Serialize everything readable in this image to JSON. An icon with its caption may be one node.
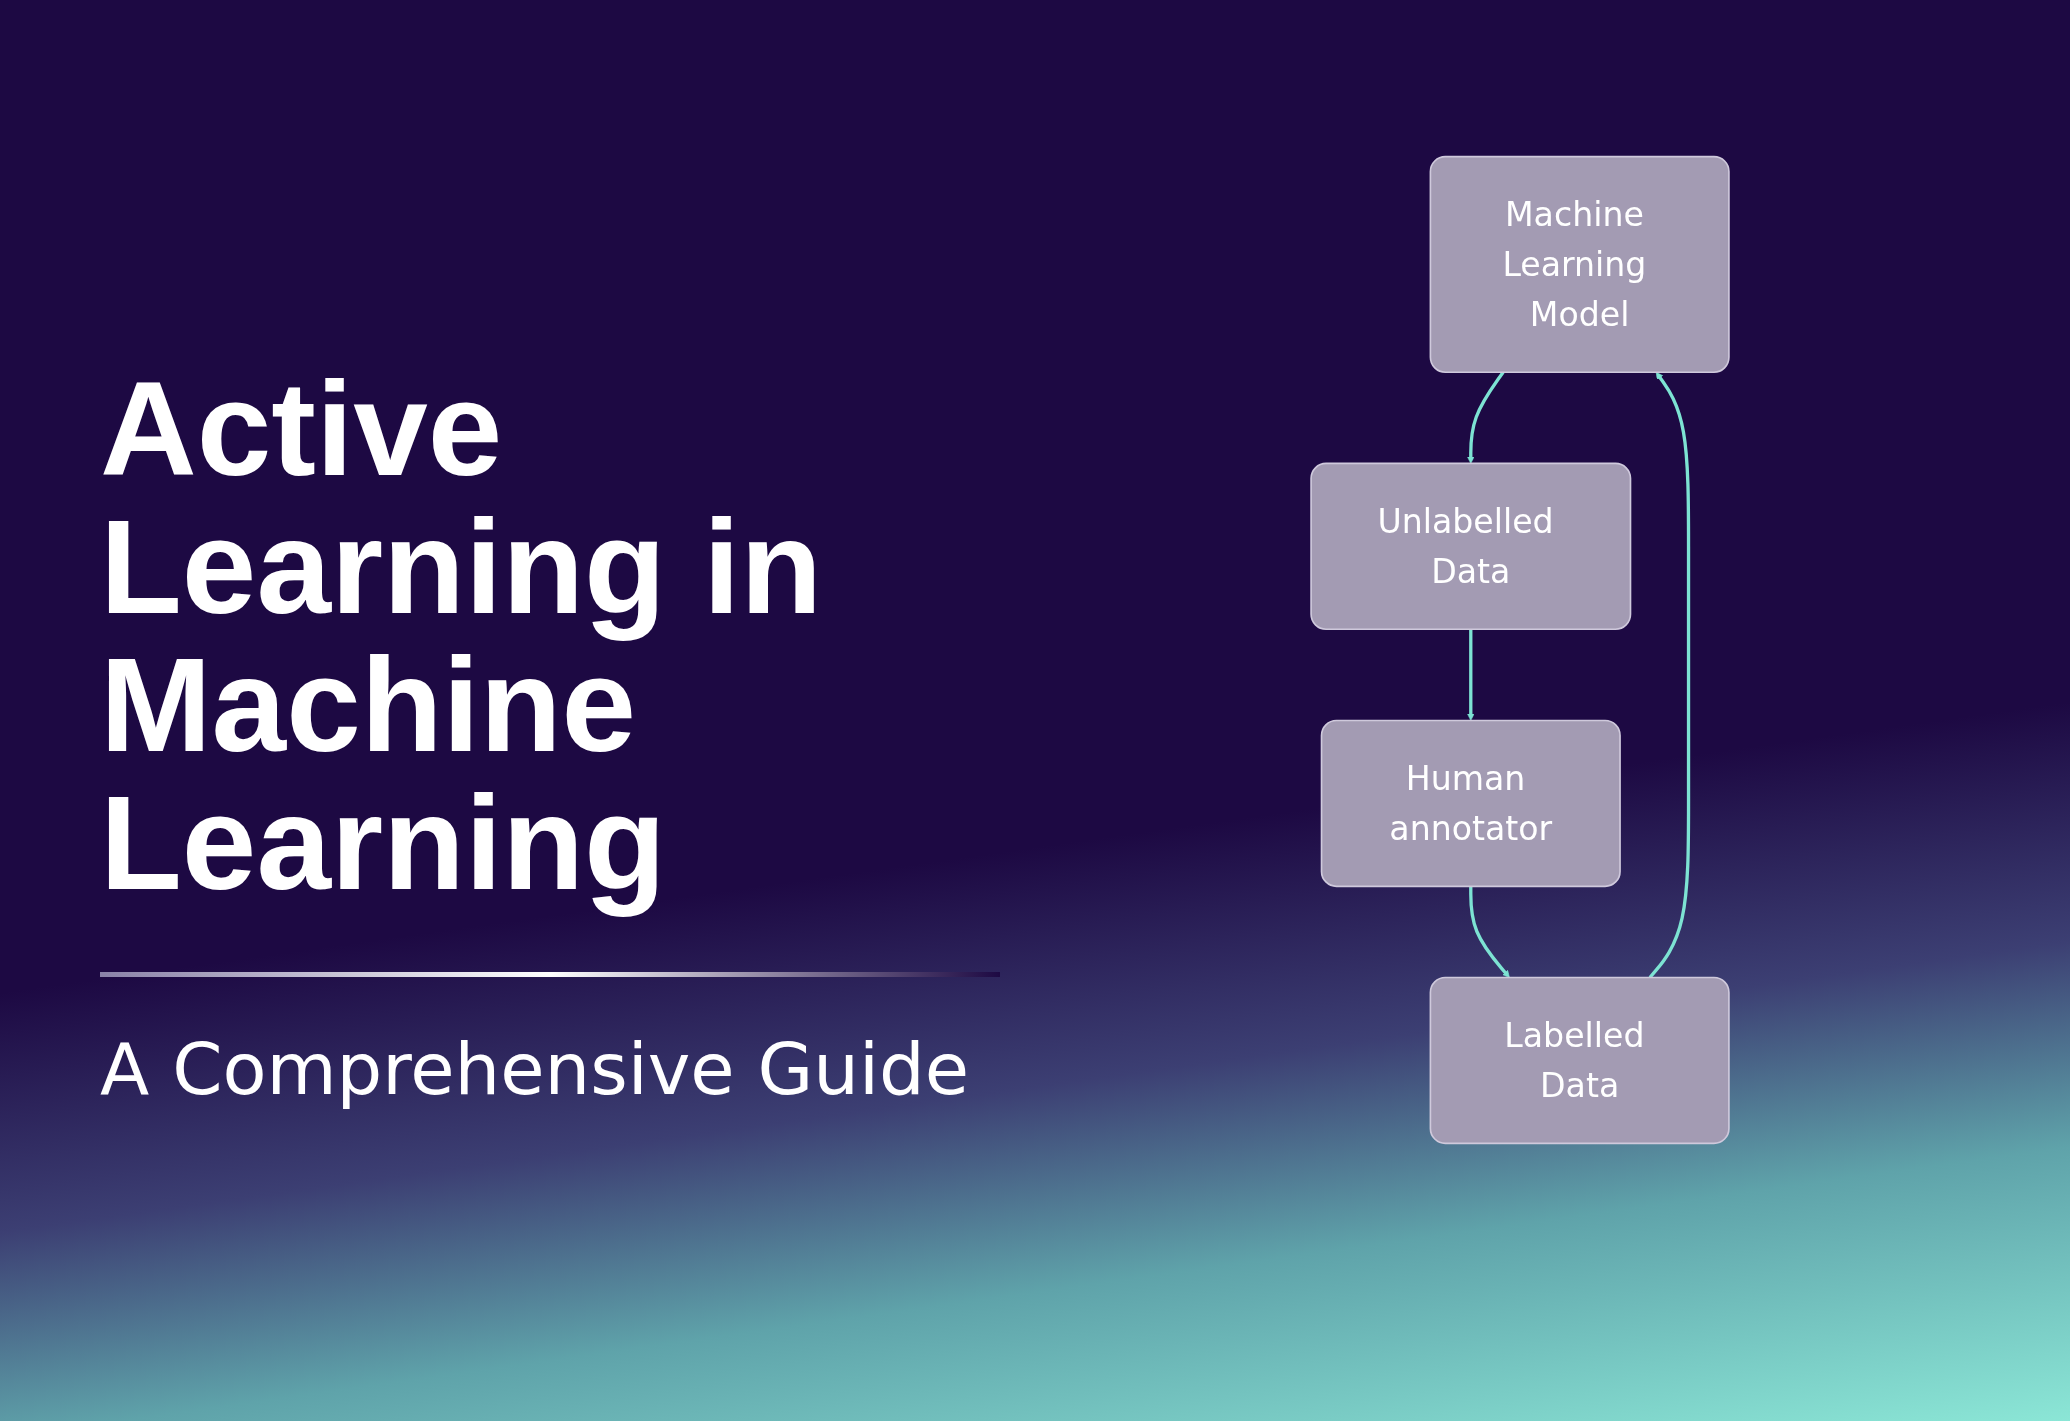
{
  "diagram": {
    "title": "Active Learning in Machine Learning",
    "caption": "A Comprehensive Guide",
    "nodes": [
      {
        "text": [
          "Machine Learning Model"
        ]
      },
      {
        "text": [
          "Unlabelled Data"
        ]
      },
      {
        "text": [
          "Human annotator"
        ]
      },
      {
        "text": [
          "Labelled Data"
        ]
      }
    ],
    "edges": [
      {
        "from": 0,
        "to": 1,
        "arrow": "to"
      },
      {
        "from": 1,
        "to": 2,
        "arrow": "to"
      },
      {
        "from": 2,
        "to": 3,
        "arrow": "to"
      },
      {
        "from": 3,
        "to": 0,
        "arrow": "to"
      }
    ]
  }
}
